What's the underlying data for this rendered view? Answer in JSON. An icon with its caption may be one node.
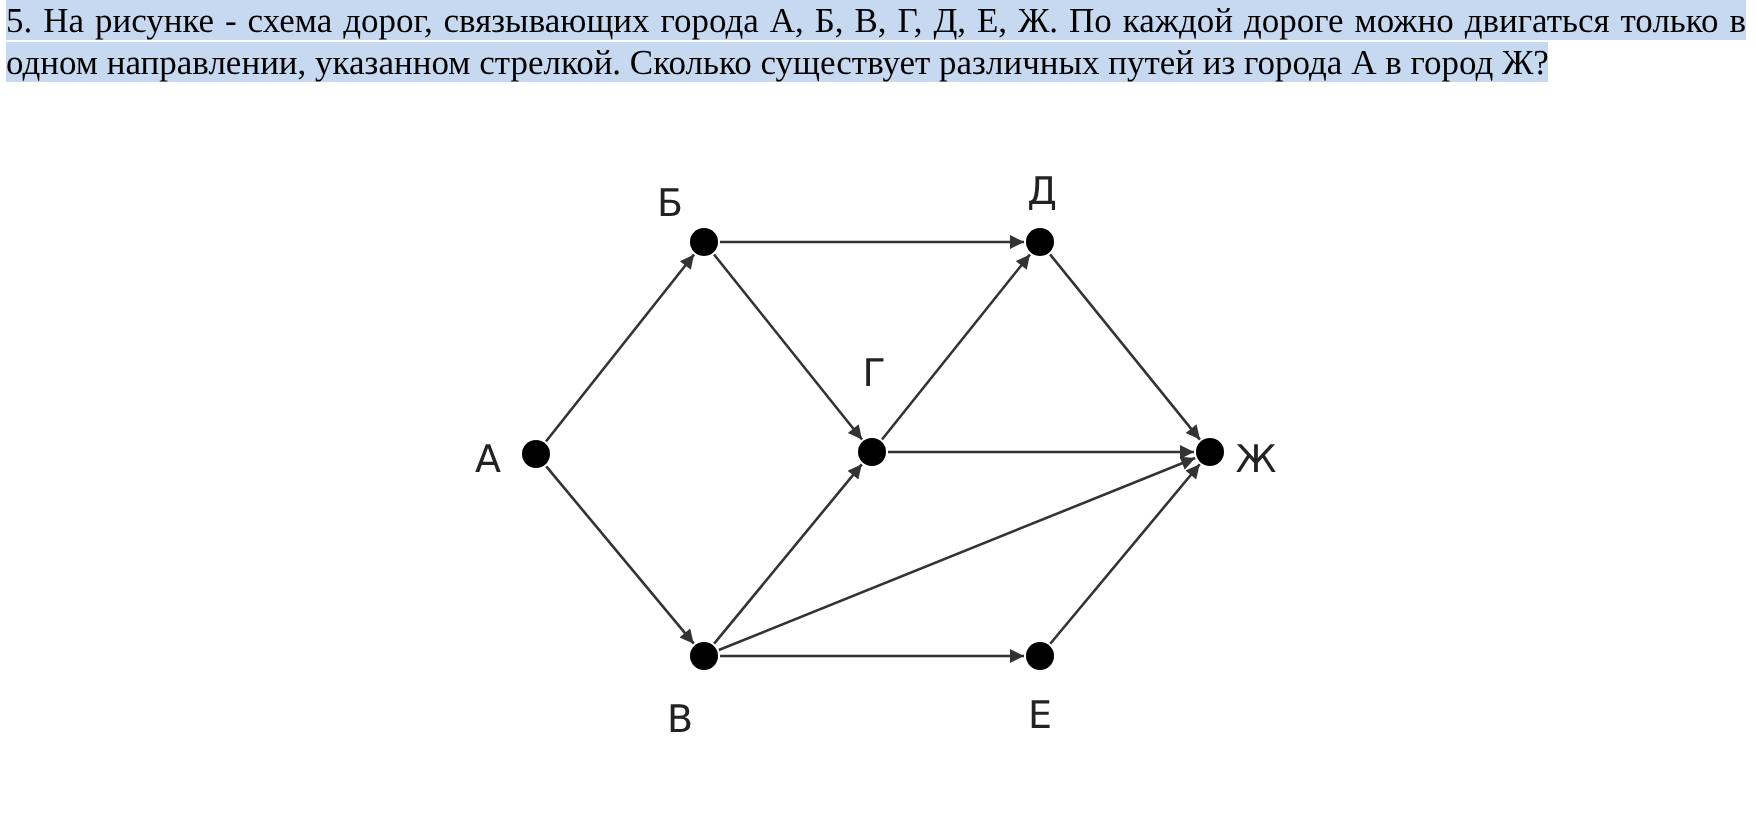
{
  "diagram": {
    "title": "5. На рисунке - схема дорог, связывающих города А, Б, В, Г, Д, Е, Ж. По каждой дороге можно двигаться только в одном направлении, указанном стрелкой. Сколько существует различных путей из города А в город Ж?",
    "nodes": [
      {
        "text": [],
        "shape": "circle",
        "beside": [
          "А"
        ]
      },
      {
        "text": [],
        "shape": "circle",
        "beside": [
          "Б"
        ]
      },
      {
        "text": [],
        "shape": "circle",
        "beside": [
          "Д"
        ]
      },
      {
        "text": [],
        "shape": "circle",
        "beside": [
          "Г"
        ]
      },
      {
        "text": [],
        "shape": "circle",
        "beside": [
          "Ж"
        ]
      },
      {
        "text": [],
        "shape": "circle",
        "beside": [
          "В"
        ]
      },
      {
        "text": [],
        "shape": "circle",
        "beside": [
          "Е"
        ]
      }
    ],
    "edges": [
      {
        "from": 0,
        "to": 1,
        "arrow": "to"
      },
      {
        "from": 0,
        "to": 5,
        "arrow": "to"
      },
      {
        "from": 1,
        "to": 2,
        "arrow": "to"
      },
      {
        "from": 1,
        "to": 3,
        "arrow": "to"
      },
      {
        "from": 3,
        "to": 2,
        "arrow": "to"
      },
      {
        "from": 3,
        "to": 4,
        "arrow": "to"
      },
      {
        "from": 2,
        "to": 4,
        "arrow": "to"
      },
      {
        "from": 5,
        "to": 3,
        "arrow": "to"
      },
      {
        "from": 5,
        "to": 4,
        "arrow": "to"
      },
      {
        "from": 5,
        "to": 6,
        "arrow": "to"
      },
      {
        "from": 6,
        "to": 4,
        "arrow": "to"
      }
    ]
  }
}
